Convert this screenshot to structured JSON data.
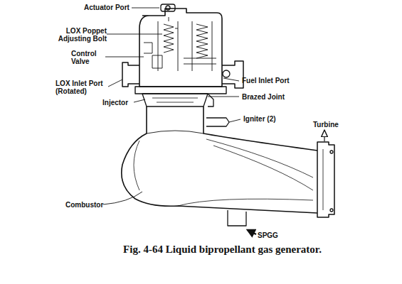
{
  "diagram": {
    "caption": "Fig. 4-64 Liquid bipropellant gas generator.",
    "labels": [
      "Actuator Port",
      "LOX Poppet Adjusting Bolt",
      "Control Valve",
      "LOX Inlet Port (Rotated)",
      "Injector",
      "Fuel Inlet Port",
      "Brazed Joint",
      "Igniter (2)",
      "Turbine",
      "Combustor",
      "SPGG"
    ]
  }
}
